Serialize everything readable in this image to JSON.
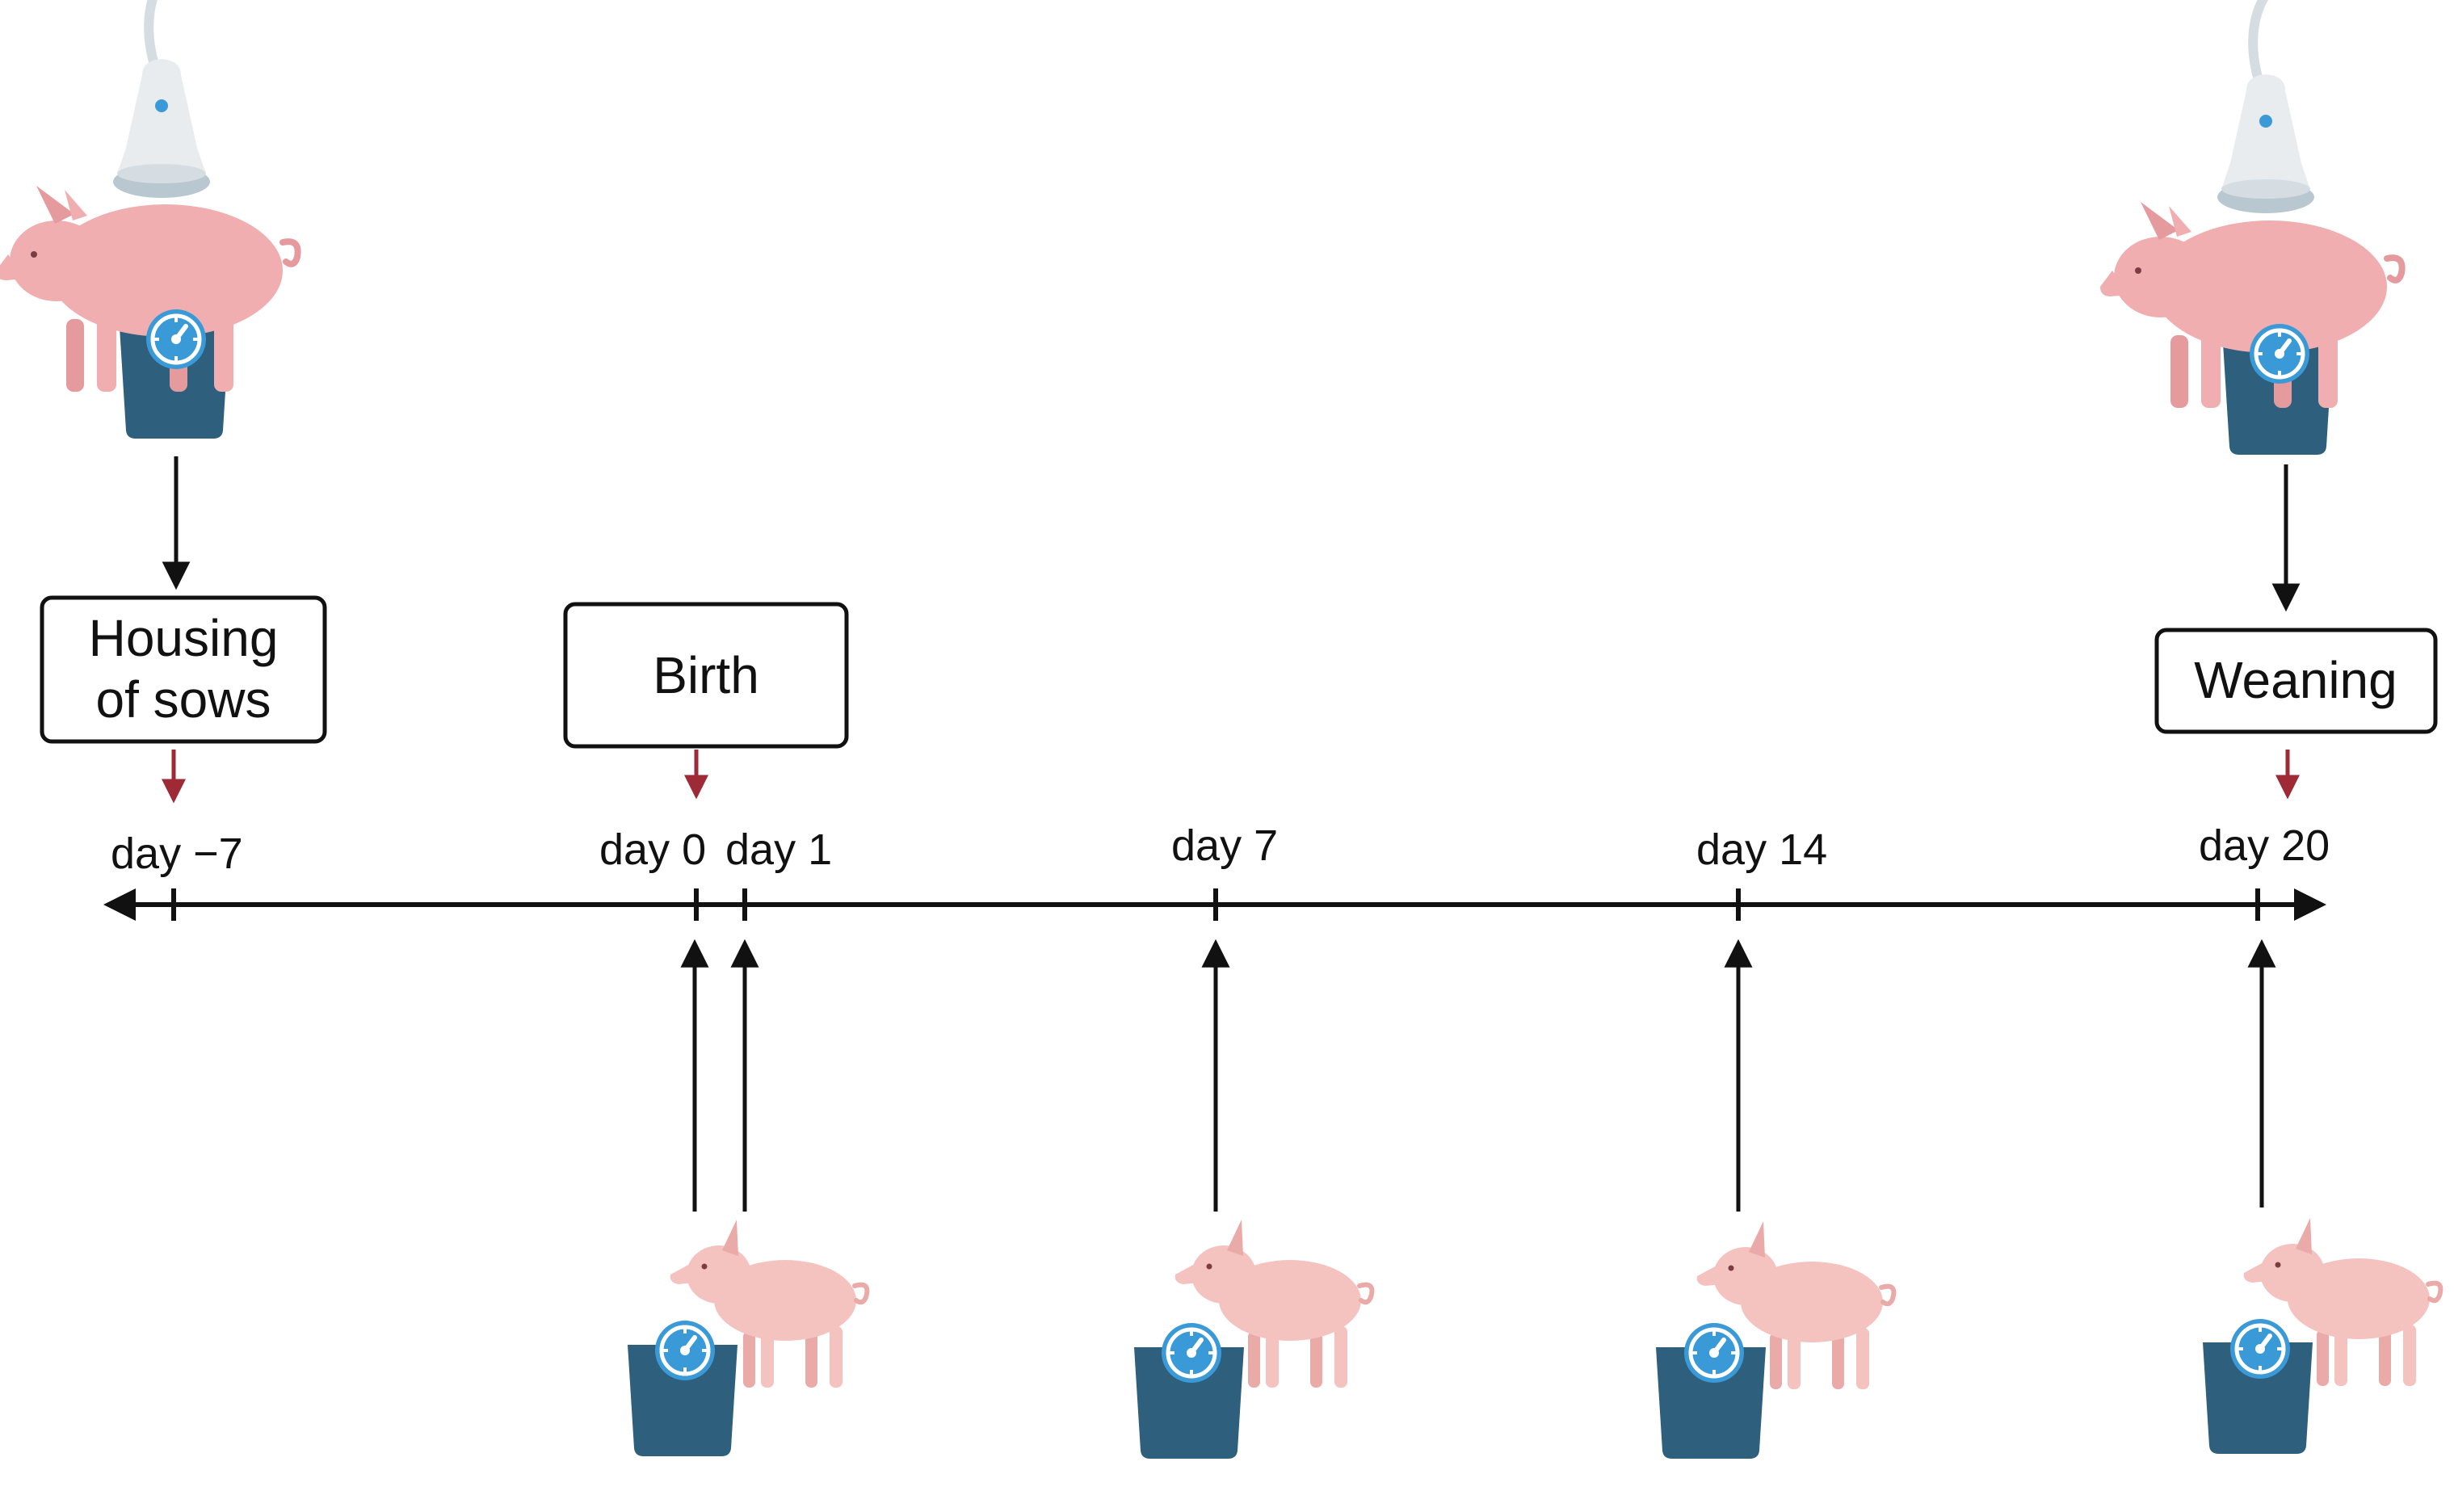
{
  "colors": {
    "line": "#111111",
    "event_arrow": "#9e2a36",
    "scale_body": "#2e5f7c",
    "scale_dial": "#3a9ad8",
    "sow_body": "#f0aeb0",
    "sow_shade": "#e59a9e",
    "piglet_body": "#f4c2bf",
    "piglet_shade": "#e9aaa8",
    "probe_body": "#e8ecef",
    "probe_base": "#b9c7d0",
    "probe_dot": "#3a9ad8"
  },
  "events": [
    {
      "id": "housing",
      "lines": [
        "Housing",
        "of sows"
      ]
    },
    {
      "id": "birth",
      "lines": [
        "Birth"
      ]
    },
    {
      "id": "weaning",
      "lines": [
        "Weaning"
      ]
    }
  ],
  "timepoints": [
    {
      "label": "day −7"
    },
    {
      "label": "day 0"
    },
    {
      "label": "day 1"
    },
    {
      "label": "day 7"
    },
    {
      "label": "day 14"
    },
    {
      "label": "day 20"
    }
  ],
  "icons": {
    "sow_stations": [
      "ultrasound-probe-icon",
      "sow-icon",
      "weighing-scale-icon"
    ],
    "piglet_stations": [
      "piglet-icon",
      "weighing-scale-icon"
    ]
  }
}
